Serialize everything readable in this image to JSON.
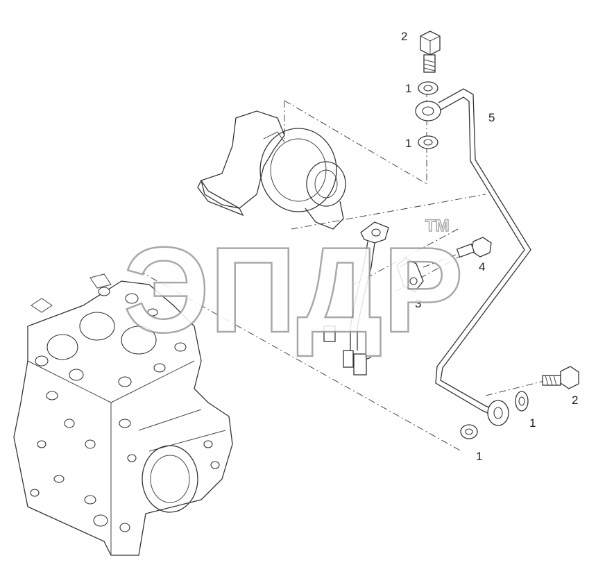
{
  "watermark": {
    "text": "ЭПДР",
    "trademark": "TM"
  },
  "callouts": {
    "bolt_top": "2",
    "washer_top_upper": "1",
    "washer_top_lower": "1",
    "oil_pipe": "5",
    "clamp": "3",
    "clamp_bolt": "4",
    "bolt_right": "2",
    "washer_right": "1",
    "washer_bottom": "1"
  },
  "colors": {
    "line": "#333333",
    "watermark_outline": "#9a9a9a",
    "background": "#ffffff"
  }
}
